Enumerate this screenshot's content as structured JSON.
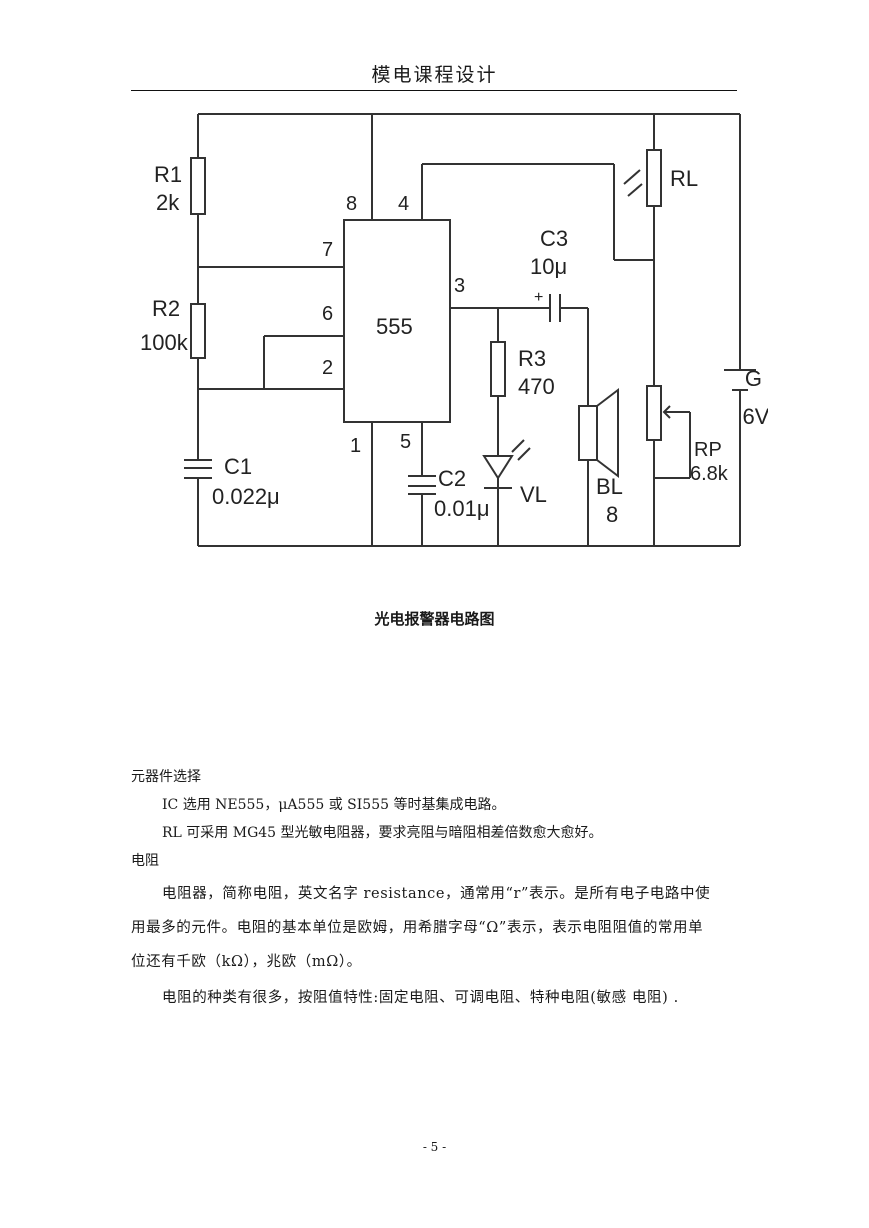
{
  "header": {
    "title": "模电课程设计"
  },
  "schematic": {
    "labels": {
      "r1": "R1",
      "r1_val": "2k",
      "r2": "R2",
      "r2_val": "100k",
      "c1": "C1",
      "c1_val": "0.022μ",
      "ic": "555",
      "pin8": "8",
      "pin4": "4",
      "pin7": "7",
      "pin6": "6",
      "pin2": "2",
      "pin3": "3",
      "pin1": "1",
      "pin5": "5",
      "c3": "C3",
      "c3_val": "10μ",
      "c3_plus": "+",
      "r3": "R3",
      "r3_val": "470",
      "c2": "C2",
      "c2_val": "0.01μ",
      "vl": "VL",
      "bl": "BL",
      "bl_val": "8",
      "rl": "RL",
      "rp": "RP",
      "rp_val": "6.8k",
      "g": "G",
      "g_val": "6V"
    }
  },
  "caption": "光电报警器电路图",
  "components": {
    "title": "元器件选择",
    "line1": "IC 选用 NE555，μA555 或 SI555 等时基集成电路。",
    "line2": "RL 可采用 MG45 型光敏电阻器，要求亮阻与暗阻相差倍数愈大愈好。"
  },
  "resistor": {
    "title": "电阻",
    "p1_line1": "电阻器，简称电阻，英文名字 resistance，通常用“r”表示。是所有电子电路中使",
    "p1_line2": "用最多的元件。电阻的基本单位是欧姆，用希腊字母“Ω”表示，表示电阻阻值的常用单",
    "p1_line3": "位还有千欧（kΩ），兆欧（mΩ）。",
    "p2": "电阻的种类有很多，按阻值特性:固定电阻、可调电阻、特种电阻(敏感 电阻) ."
  },
  "page_number": "- 5 -"
}
